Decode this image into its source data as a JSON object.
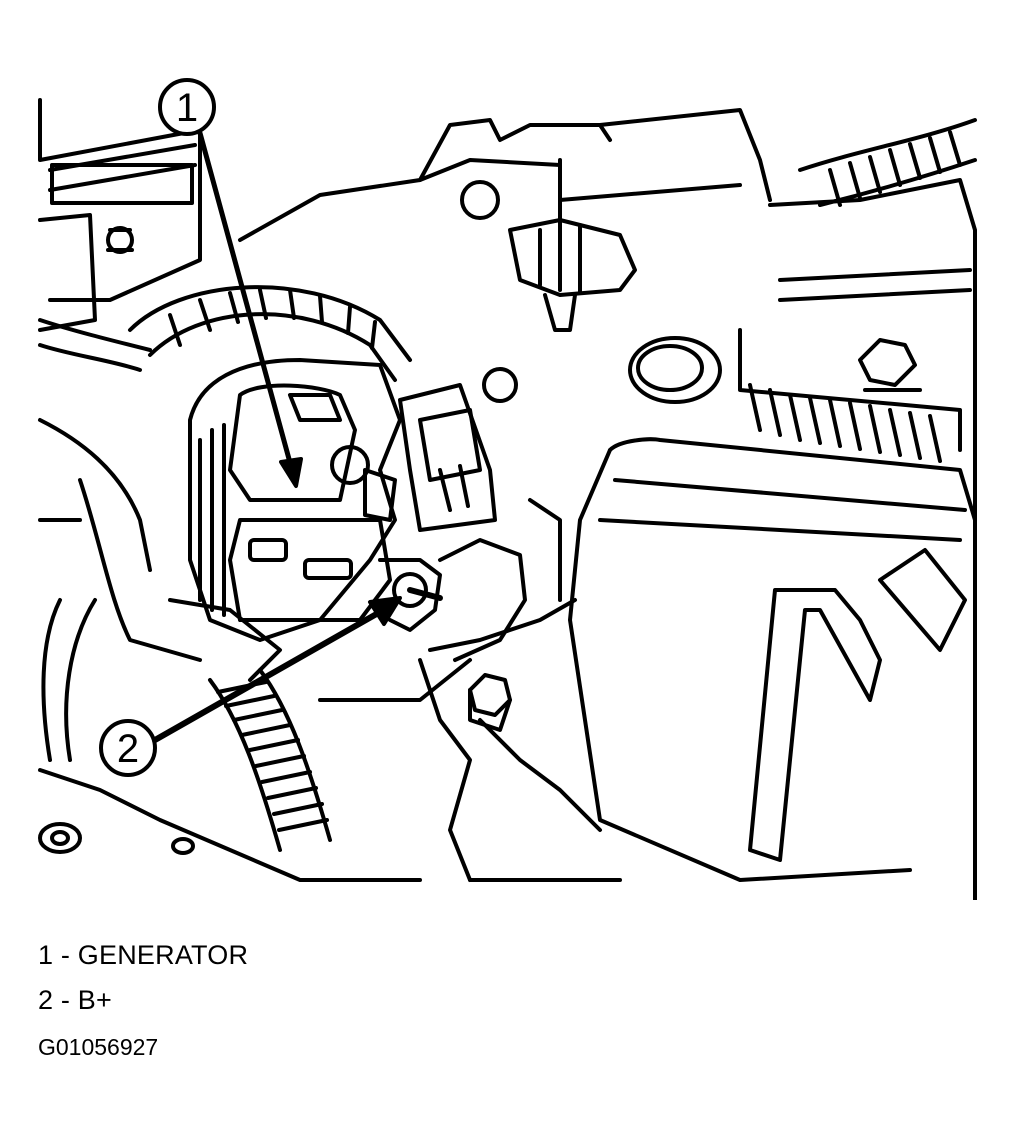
{
  "callouts": [
    {
      "number": "1",
      "label": "GENERATOR"
    },
    {
      "number": "2",
      "label": "B+"
    }
  ],
  "legend": {
    "item1": "1 - GENERATOR",
    "item2": "2 - B+"
  },
  "figure_id": "G01056927"
}
